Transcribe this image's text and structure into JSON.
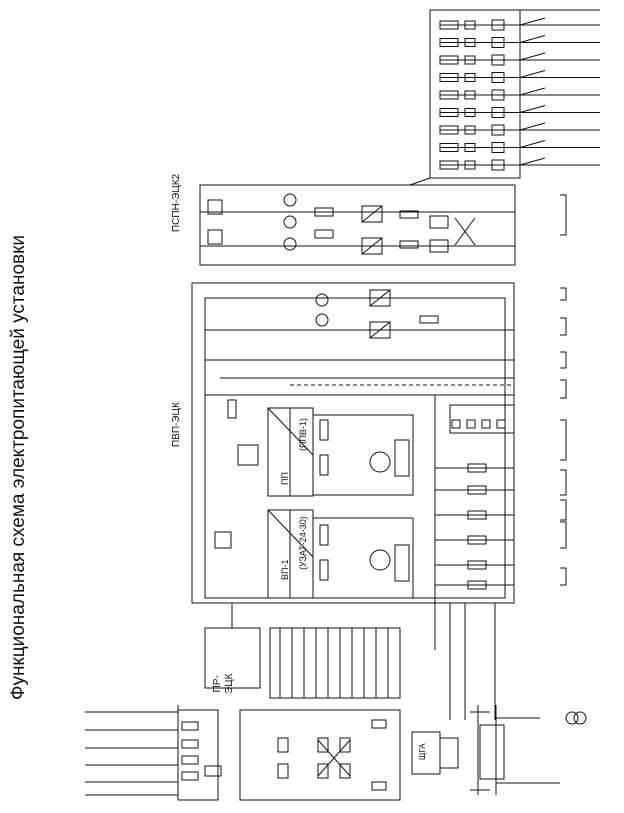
{
  "title": "Функциональная схема электропитающей установки",
  "labels": {
    "pspn": "ПСПН-ЭЦК2",
    "pvp": "ПВП-ЭЦК",
    "pr_line1": "ПР-",
    "pr_line2": "ЭЦК",
    "pp": "ПП",
    "ppv": "(ППВ-1)",
    "vp1": "ВП-1",
    "uzat": "(УЗАТ-24-30)",
    "shchga": "ЩГА"
  },
  "colors": {
    "line": "#111111",
    "text": "#111111",
    "background": "#ffffff"
  }
}
